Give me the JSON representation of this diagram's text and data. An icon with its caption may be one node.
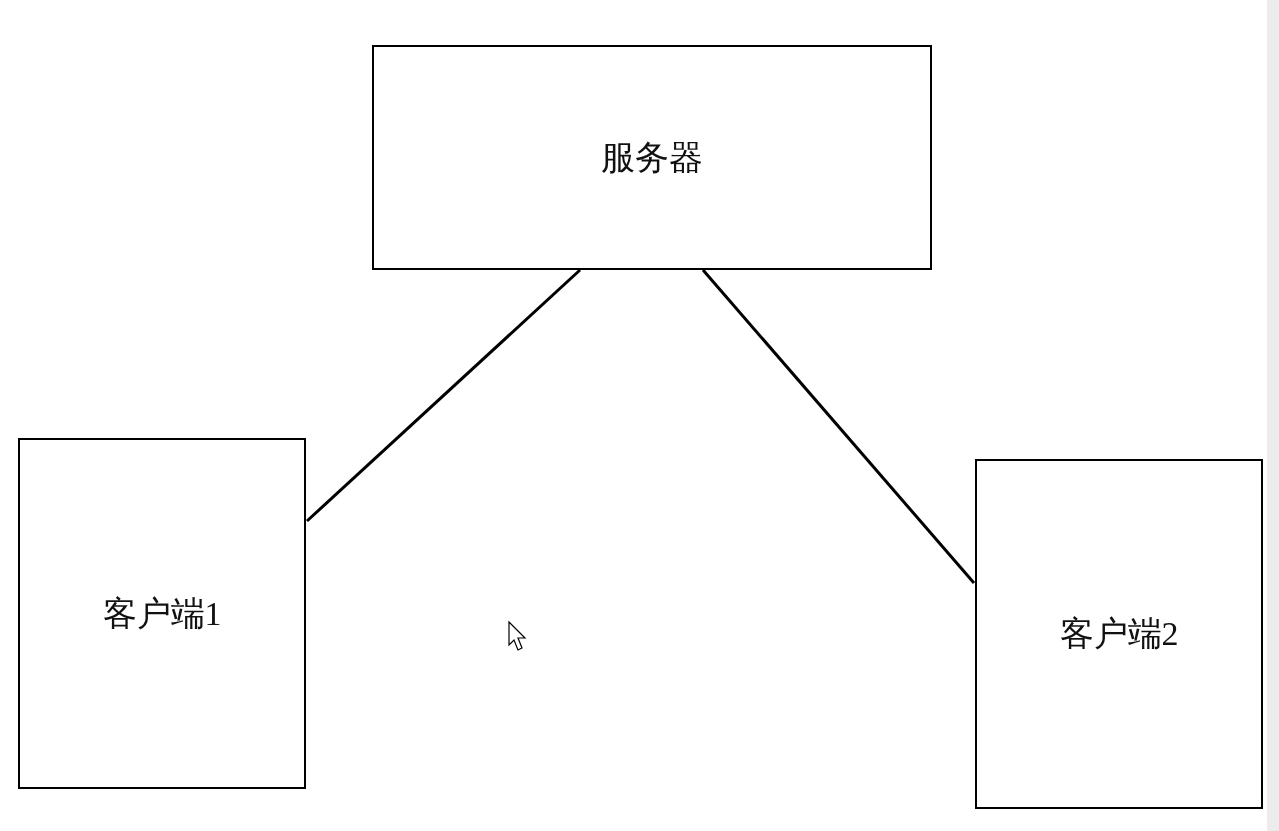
{
  "diagram": {
    "nodes": [
      {
        "text": [
          "服务器"
        ]
      },
      {
        "text": [
          "客户端1"
        ]
      },
      {
        "text": [
          "客户端2"
        ]
      }
    ],
    "edges": [
      {
        "from": 0,
        "to": 1,
        "arrow": "none"
      },
      {
        "from": 0,
        "to": 2,
        "arrow": "none"
      }
    ]
  }
}
